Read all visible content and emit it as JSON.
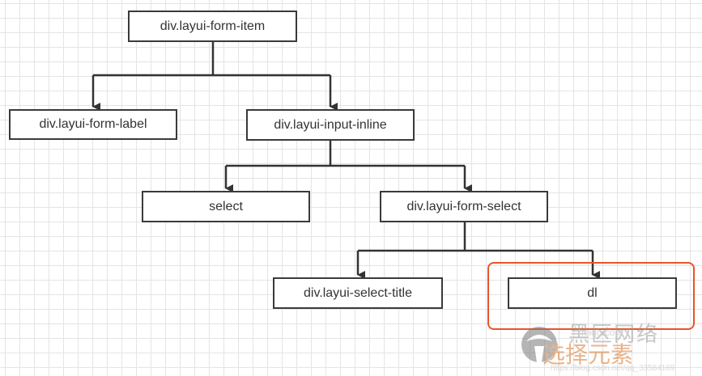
{
  "diagram": {
    "nodes": {
      "form_item": "div.layui-form-item",
      "form_label": "div.layui-form-label",
      "input_inline": "div.layui-input-inline",
      "select": "select",
      "form_select": "div.layui-form-select",
      "select_title": "div.layui-select-title",
      "dl": "dl"
    },
    "edges": [
      [
        "form_item",
        "form_label"
      ],
      [
        "form_item",
        "input_inline"
      ],
      [
        "input_inline",
        "select"
      ],
      [
        "input_inline",
        "form_select"
      ],
      [
        "form_select",
        "select_title"
      ],
      [
        "form_select",
        "dl"
      ]
    ],
    "highlighted_node": "dl"
  },
  "colors": {
    "box_border": "#3a3a3a",
    "arrow": "#333333",
    "highlight": "#e8542a",
    "grid": "#e4e4e4"
  },
  "watermark": {
    "site_name": "黑区网络",
    "url": "heiqu.com",
    "overlay_text": "选择元素",
    "small_text": "https://blog.csdn.net/qq_33584169"
  }
}
